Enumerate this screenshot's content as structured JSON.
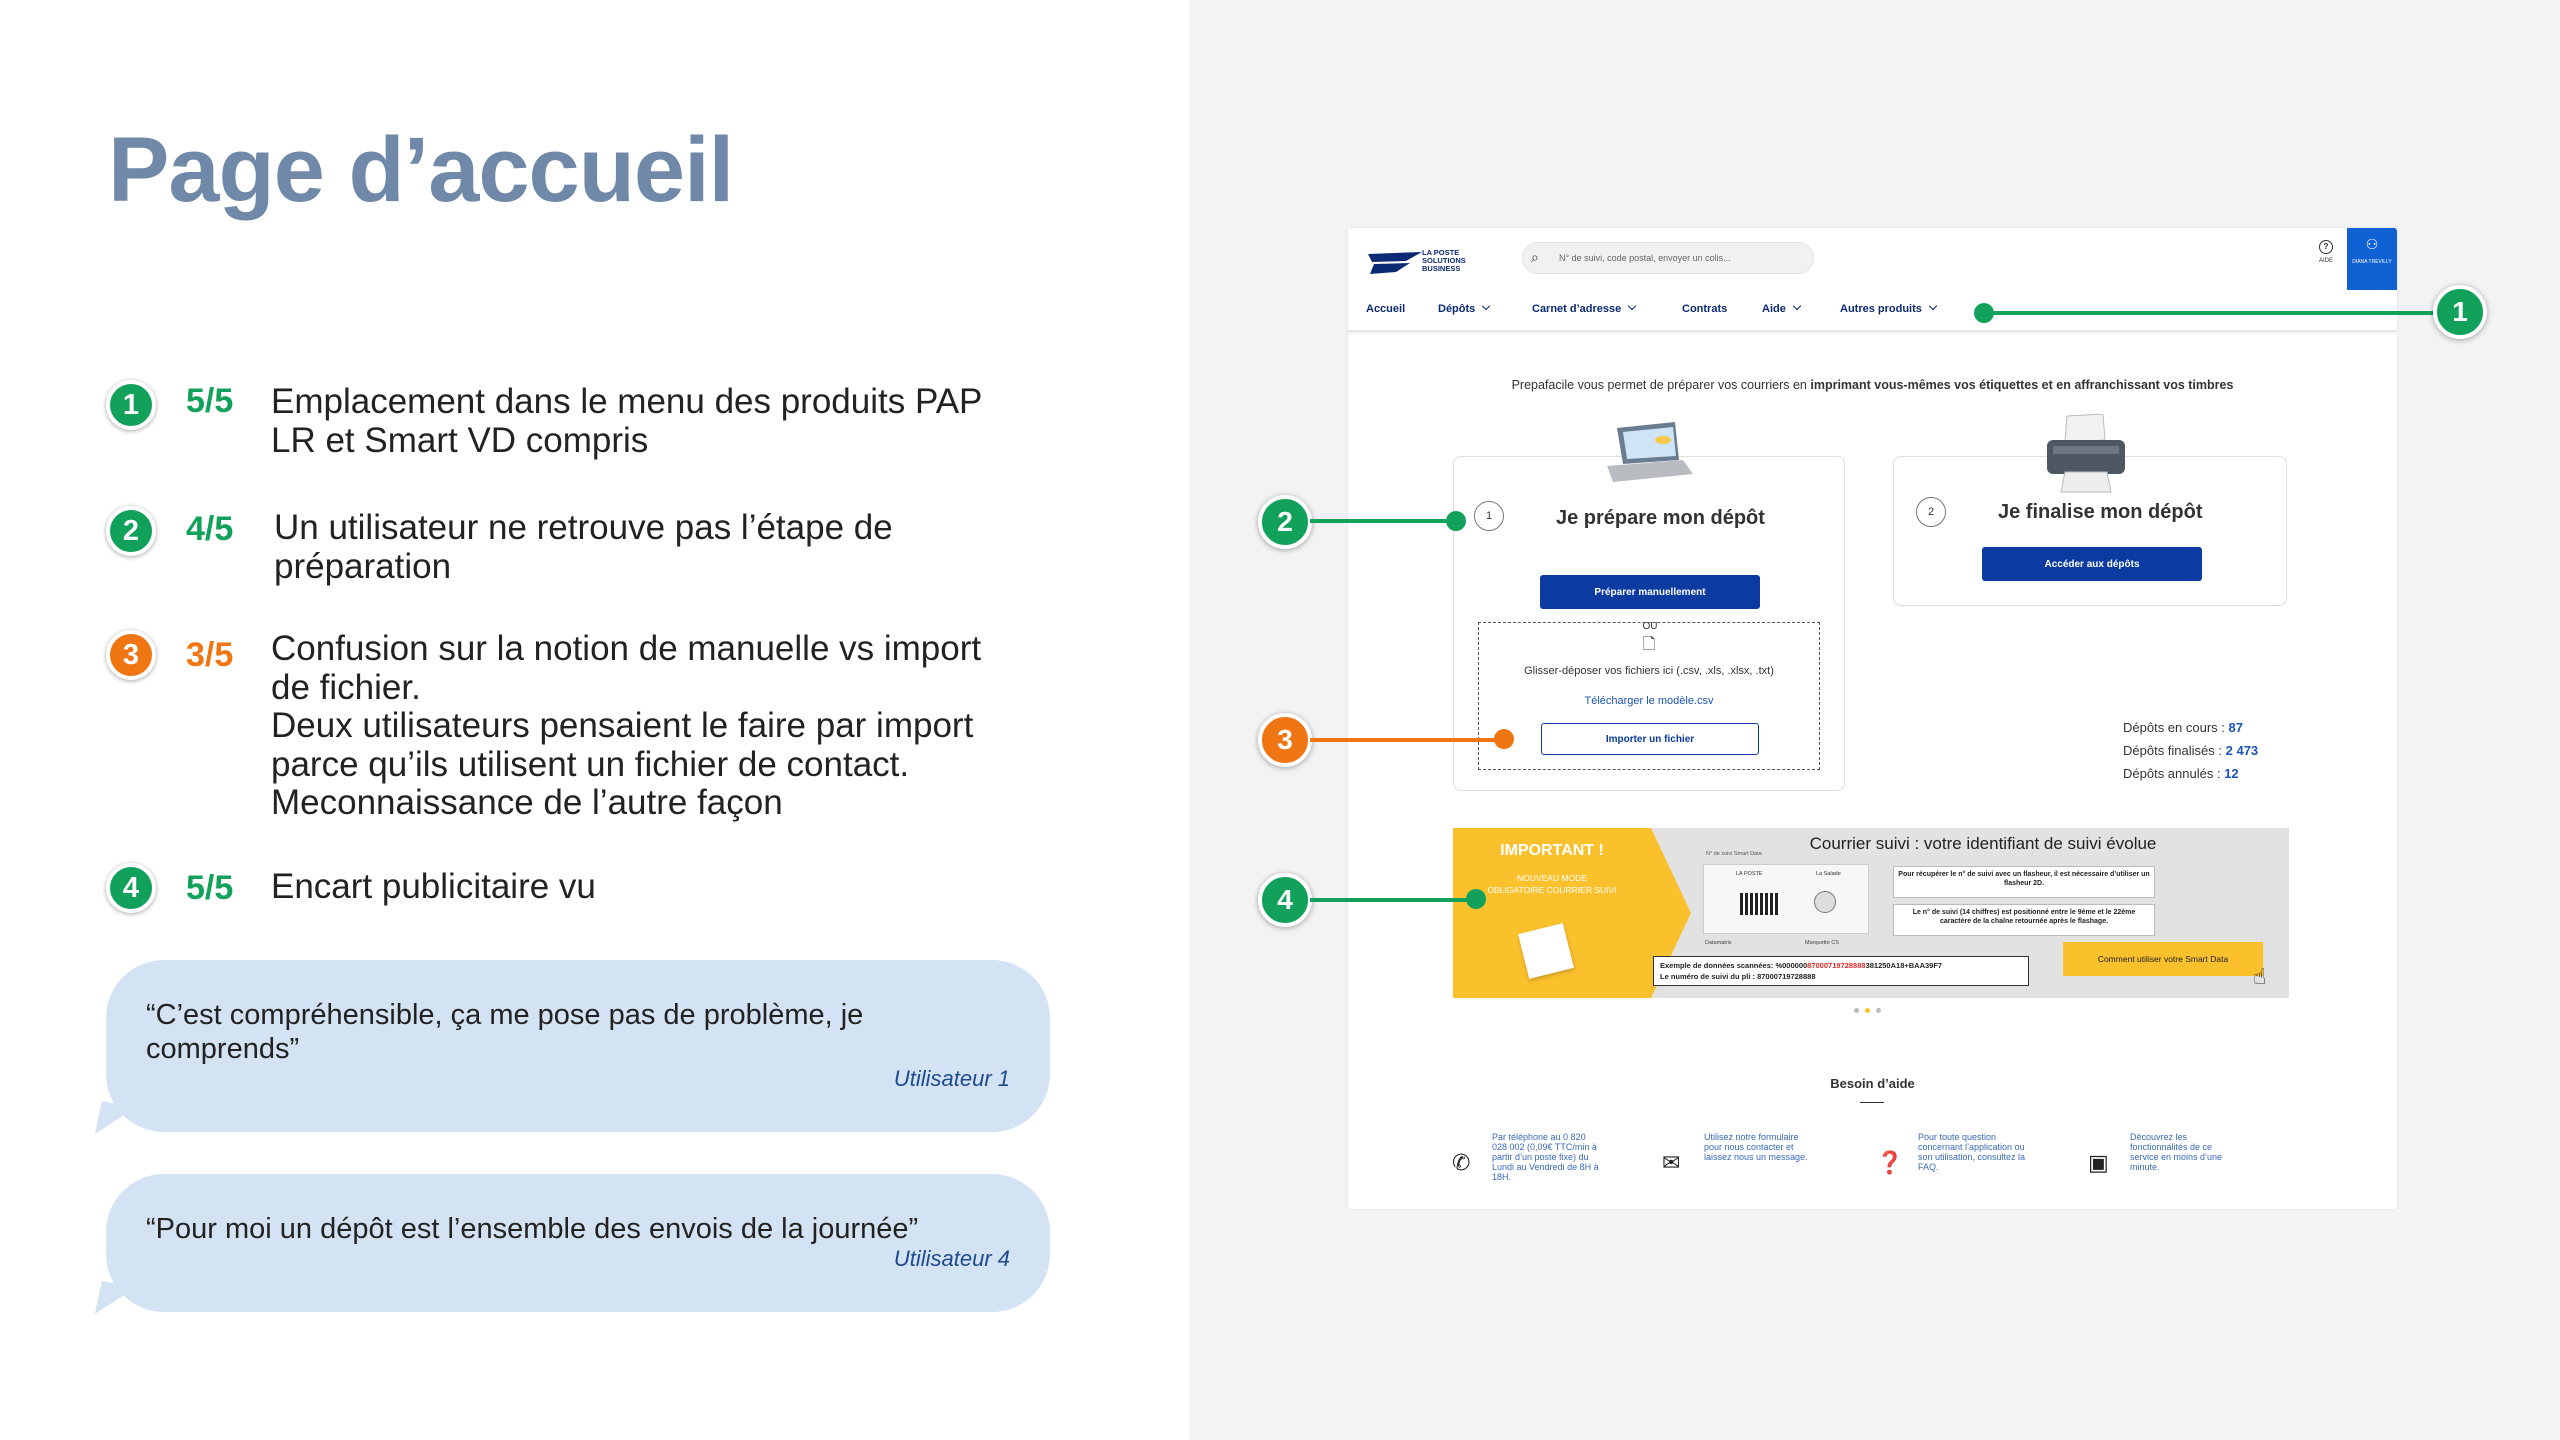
{
  "title": "Page d’accueil",
  "findings": [
    {
      "num": "1",
      "color": "green",
      "score": "5/5",
      "lines": [
        "Emplacement  dans le menu des produits PAP",
        "LR et Smart VD compris"
      ]
    },
    {
      "num": "2",
      "color": "green",
      "score": "4/5",
      "lines": [
        "Un utilisateur ne retrouve pas l’étape de",
        "préparation"
      ]
    },
    {
      "num": "3",
      "color": "orange",
      "score": "3/5",
      "lines": [
        "Confusion sur la notion de manuelle vs import",
        "de fichier.",
        "Deux utilisateurs pensaient le faire par import",
        "parce qu’ils utilisent un fichier de contact.",
        "Meconnaissance de l’autre façon"
      ]
    },
    {
      "num": "4",
      "color": "green",
      "score": "5/5",
      "lines": [
        "Encart publicitaire vu"
      ]
    }
  ],
  "quotes": [
    {
      "lines": [
        "“C’est compréhensible, ça me pose pas de problème, je",
        "comprends”"
      ],
      "author": "Utilisateur 1"
    },
    {
      "lines": [
        "“Pour moi un dépôt est l’ensemble des envois de la journée”"
      ],
      "author": "Utilisateur 4"
    }
  ],
  "colors": {
    "title": "#7089a8",
    "green": "#12a15a",
    "orange": "#ef7613",
    "bubble": "#d4e3f3",
    "navy": "#0b2a74",
    "blue_button": "#0b3aa0",
    "banner_yellow": "#fbc12d"
  },
  "screenshot": {
    "logo": [
      "LA POSTE",
      "SOLUTIONS",
      "BUSINESS"
    ],
    "search_placeholder": "N° de suivi, code postal, envoyer un colis...",
    "help_icon_label": "AIDE",
    "user_label": "DIANA TREVILLY",
    "nav": [
      {
        "label": "Accueil",
        "dropdown": false
      },
      {
        "label": "Dépôts",
        "dropdown": true
      },
      {
        "label": "Carnet d’adresse",
        "dropdown": true
      },
      {
        "label": "Contrats",
        "dropdown": false
      },
      {
        "label": "Aide",
        "dropdown": true
      },
      {
        "label": "Autres produits",
        "dropdown": true
      }
    ],
    "intro_plain": "Prepafacile vous permet de préparer vos courriers en ",
    "intro_bold": "imprimant vous-mêmes vos étiquettes et en affranchissant vos timbres",
    "step1": {
      "num": "1",
      "title": "Je prépare mon dépôt",
      "button": "Préparer manuellement",
      "or": "OU",
      "drop_text": "Glisser-déposer vos fichiers ici (.csv, .xls, .xlsx, .txt)",
      "template_link": "Télécharger le modèle.csv",
      "import_button": "Importer un fichier"
    },
    "step2": {
      "num": "2",
      "title": "Je finalise mon dépôt",
      "button": "Accéder aux dépôts"
    },
    "stats": [
      {
        "label": "Dépôts en cours :",
        "value": "87"
      },
      {
        "label": "Dépôts finalisés :",
        "value": "2 473"
      },
      {
        "label": "Dépôts annulés :",
        "value": "12"
      }
    ],
    "banner": {
      "important": "IMPORTANT !",
      "sub": [
        "NOUVEAU MODE",
        "OBLIGATOIRE COURRIER SUIVI"
      ],
      "headline": "Courrier suivi : votre identifiant de suivi évolue",
      "card_labels": [
        "N° de suivi Smart Data",
        "LA POSTE",
        "La Salade",
        "Datamatrix",
        "Marquette CS"
      ],
      "info1": "Pour récupérer le n° de suivi avec un flasheur, il est nécessaire d’utiliser un flasheur 2D.",
      "info2": "Le n° de suivi (14 chiffres) est positionné entre le 9ème et le 22ème caractère de la chaîne retournée après le flashage.",
      "example_prefix": "Exemple de données scannées: %000000",
      "example_red": "87000719728888",
      "example_suffix": "381250A18+BAA39F7",
      "example_line2": "Le numéro de suivi du pli : 87000719728888",
      "cta": "Comment utiliser votre Smart Data"
    },
    "help_title": "Besoin d’aide",
    "help_items": [
      "Par téléphone au 0 820 028 002 (0,09€ TTC/min à partir d’un poste fixe) du Lundi au Vendredi de 8H à 18H.",
      "Utilisez notre formulaire pour nous contacter et laissez nous un message.",
      "Pour toute question concernant l’application ou son utilisation, consultez la FAQ.",
      "Découvrez les fonctionnalités de ce service en moins d’une minute."
    ]
  }
}
